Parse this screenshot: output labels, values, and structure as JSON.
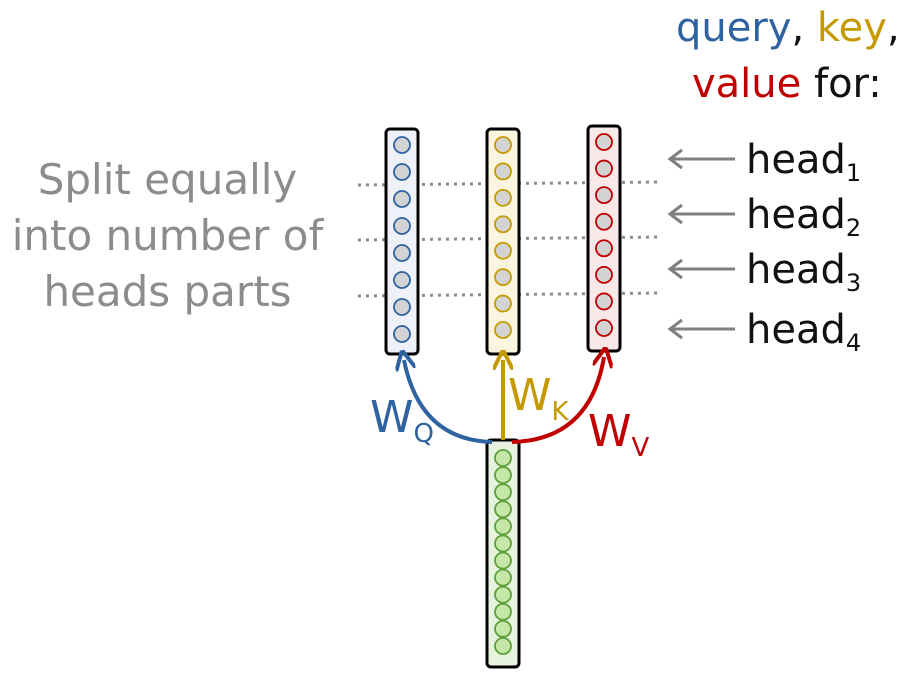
{
  "title": {
    "query": "query",
    "sep1": ", ",
    "key": "key",
    "sep2": ",",
    "value": "value",
    "for": " for:"
  },
  "left_text": {
    "line1": "Split equally",
    "line2": "into number of",
    "line3": "heads parts"
  },
  "heads": [
    {
      "base": "head",
      "sub": "1"
    },
    {
      "base": "head",
      "sub": "2"
    },
    {
      "base": "head",
      "sub": "3"
    },
    {
      "base": "head",
      "sub": "4"
    }
  ],
  "weights": {
    "q": {
      "base": "W",
      "sub": "Q"
    },
    "k": {
      "base": "W",
      "sub": "K"
    },
    "v": {
      "base": "W",
      "sub": "V"
    }
  },
  "colors": {
    "query": "#2e62a0",
    "key": "#c49a00",
    "value": "#c00000",
    "input": "#5fa03a",
    "muted": "#8c8c8c"
  },
  "vectors": {
    "query_cells": 8,
    "key_cells": 8,
    "value_cells": 8,
    "input_cells": 12
  }
}
